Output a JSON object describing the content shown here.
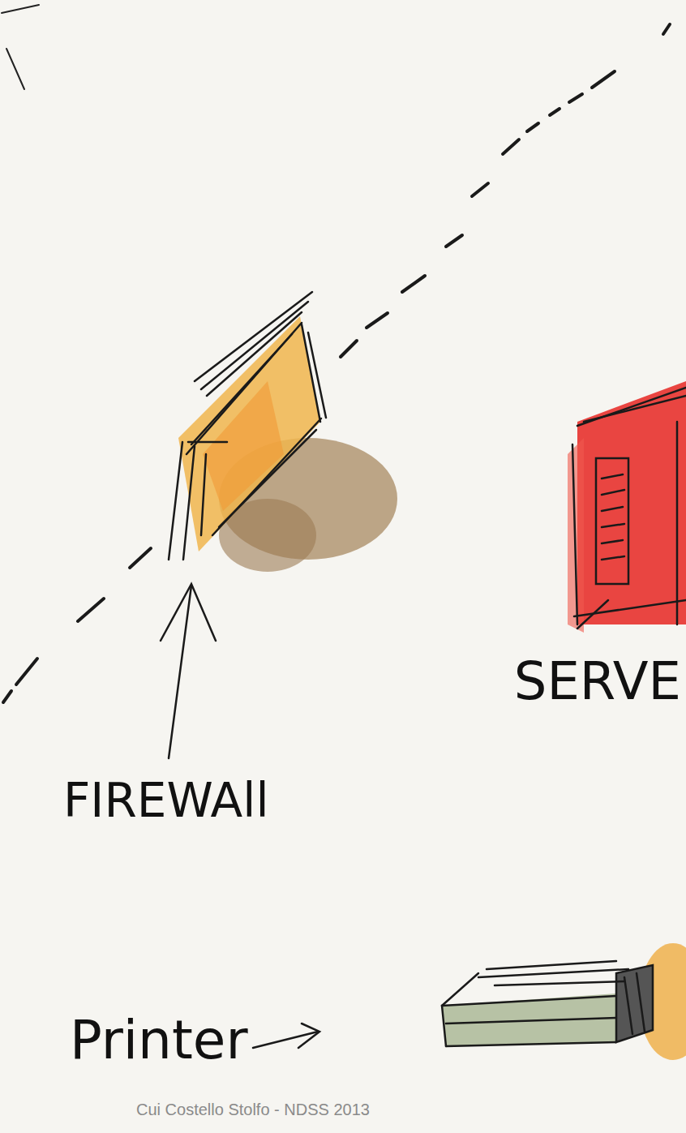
{
  "diagram": {
    "caption": "Cui Costello Stolfo - NDSS 2013",
    "labels": [
      "FIREWAll",
      "SERVE",
      "Printer"
    ]
  }
}
